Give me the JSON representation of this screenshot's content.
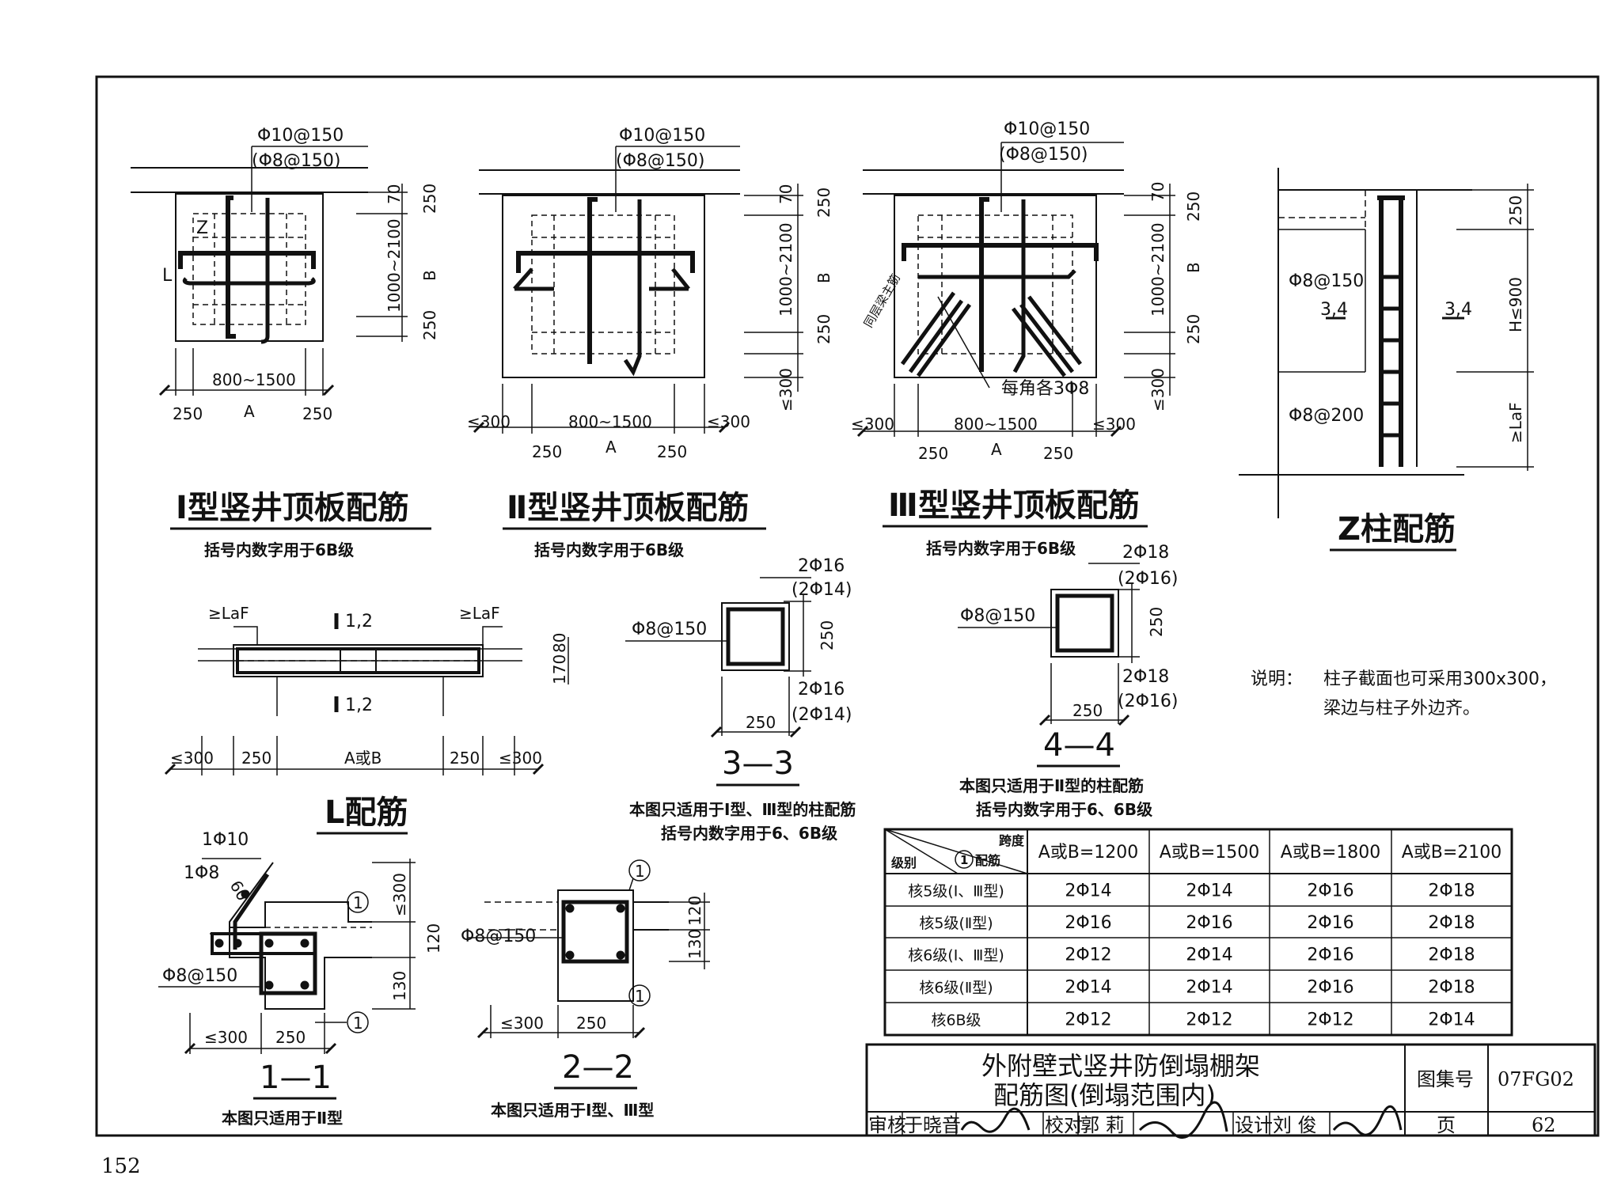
{
  "page_number": "152",
  "titles": {
    "type1": "Ⅰ型竖井顶板配筋",
    "type2": "Ⅱ型竖井顶板配筋",
    "type3": "Ⅲ型竖井顶板配筋",
    "zcol": "Z柱配筋",
    "lrebar": "L配筋",
    "s33": "3—3",
    "s44": "4—4",
    "s11": "1—1",
    "s22": "2—2"
  },
  "notes": {
    "bracket_6b": "括号内数字用于6B级",
    "s33_note1": "本图只适用于Ⅰ型、Ⅲ型的柱配筋",
    "s33_note2": "括号内数字用于6、6B级",
    "s44_note1": "本图只适用于Ⅱ型的柱配筋",
    "s44_note2": "括号内数字用于6、6B级",
    "s11_note": "本图只适用于Ⅱ型",
    "s22_note": "本图只适用于Ⅰ型、Ⅲ型",
    "explain_head": "说明：",
    "explain_1": "柱子截面也可采用300x300，",
    "explain_2": "梁边与柱子外边齐。"
  },
  "labels": {
    "phi10_150": "Φ10@150",
    "phi8_150_br": "(Φ8@150)",
    "phi8_150": "Φ8@150",
    "phi8_200": "Φ8@200",
    "d70": "70",
    "d250": "250",
    "d1000_2100": "1000~2100",
    "dB": "B",
    "dA": "A",
    "d800_1500": "800~1500",
    "d300": "≤300",
    "L": "L",
    "Z": "Z",
    "corner": "每角各3Φ8",
    "tie": "同层梁主筋",
    "h900": "H≤900",
    "laf": "≥LaF",
    "s34": "3,4",
    "s12": "1,2",
    "d170": "170",
    "d80": "80",
    "AorB": "A或B",
    "r2p16": "2Φ16",
    "r2p14b": "(2Φ14)",
    "r2p18": "2Φ18",
    "r2p16b": "(2Φ16)",
    "r1p10": "1Φ10",
    "r1p8": "1Φ8",
    "d60": "60",
    "d120": "120",
    "d130": "130",
    "c1": "1"
  },
  "table": {
    "head_span": "跨度",
    "head_rebar": "配筋",
    "head_level": "级别",
    "head_circle": "1",
    "columns": [
      "A或B=1200",
      "A或B=1500",
      "A或B=1800",
      "A或B=2100"
    ],
    "rows": [
      {
        "level": "核5级(Ⅰ、Ⅲ型)",
        "vals": [
          "2Φ14",
          "2Φ14",
          "2Φ16",
          "2Φ18"
        ]
      },
      {
        "level": "核5级(Ⅱ型)",
        "vals": [
          "2Φ16",
          "2Φ16",
          "2Φ16",
          "2Φ18"
        ]
      },
      {
        "level": "核6级(Ⅰ、Ⅲ型)",
        "vals": [
          "2Φ12",
          "2Φ14",
          "2Φ16",
          "2Φ18"
        ]
      },
      {
        "level": "核6级(Ⅱ型)",
        "vals": [
          "2Φ14",
          "2Φ14",
          "2Φ16",
          "2Φ18"
        ]
      },
      {
        "level": "核6B级",
        "vals": [
          "2Φ12",
          "2Φ12",
          "2Φ12",
          "2Φ14"
        ]
      }
    ]
  },
  "title_block": {
    "title_line1": "外附壁式竖井防倒塌棚架",
    "title_line2": "配筋图(倒塌范围内)",
    "atlas_label": "图集号",
    "atlas_no": "07FG02",
    "review_label": "审核",
    "reviewer": "于晓音",
    "check_label": "校对",
    "checker": "郭 莉",
    "design_label": "设计",
    "designer": "刘 俊",
    "page_label": "页",
    "page_no": "62"
  }
}
